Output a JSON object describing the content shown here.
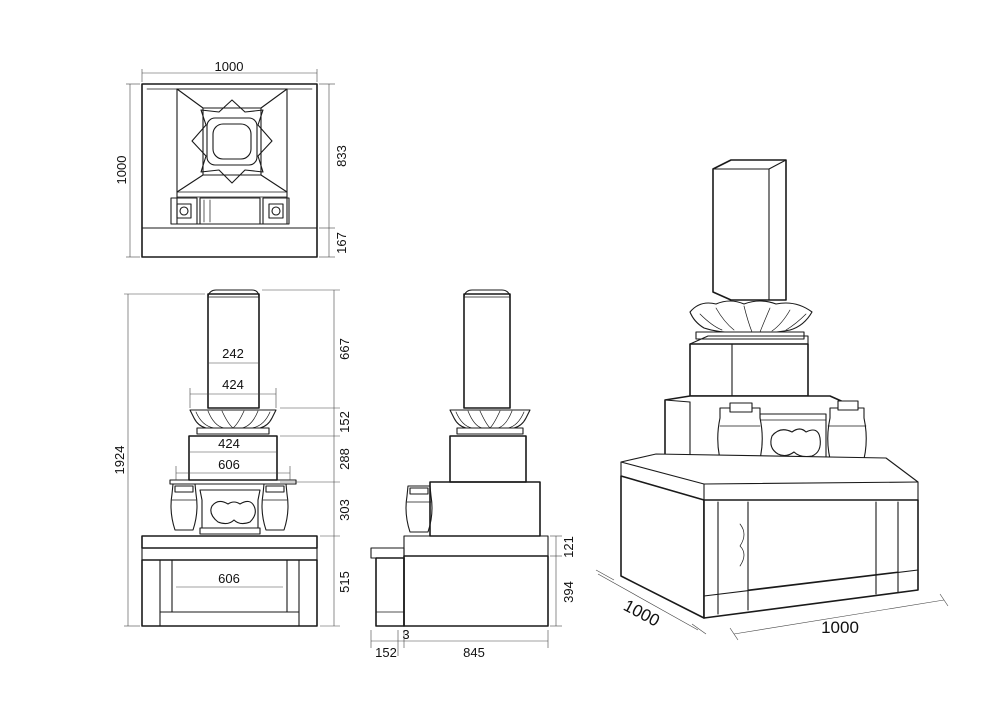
{
  "top_view": {
    "width": "1000",
    "depth": "1000",
    "depth_upper": "833",
    "depth_lower": "167"
  },
  "front_view": {
    "total_height": "1924",
    "h_pillar": "667",
    "h_lotus": "152",
    "h_mid": "288",
    "h_upper_base": "303",
    "h_lower_base": "515",
    "w_pillar": "242",
    "w_pillar_base": "424",
    "w_mid_top": "424",
    "w_mid": "606",
    "w_lower": "606"
  },
  "side_view": {
    "h_step": "121",
    "h_base": "394",
    "d_front": "152",
    "d_gap": "3",
    "d_main": "845"
  },
  "iso_view": {
    "depth": "1000",
    "width": "1000"
  }
}
